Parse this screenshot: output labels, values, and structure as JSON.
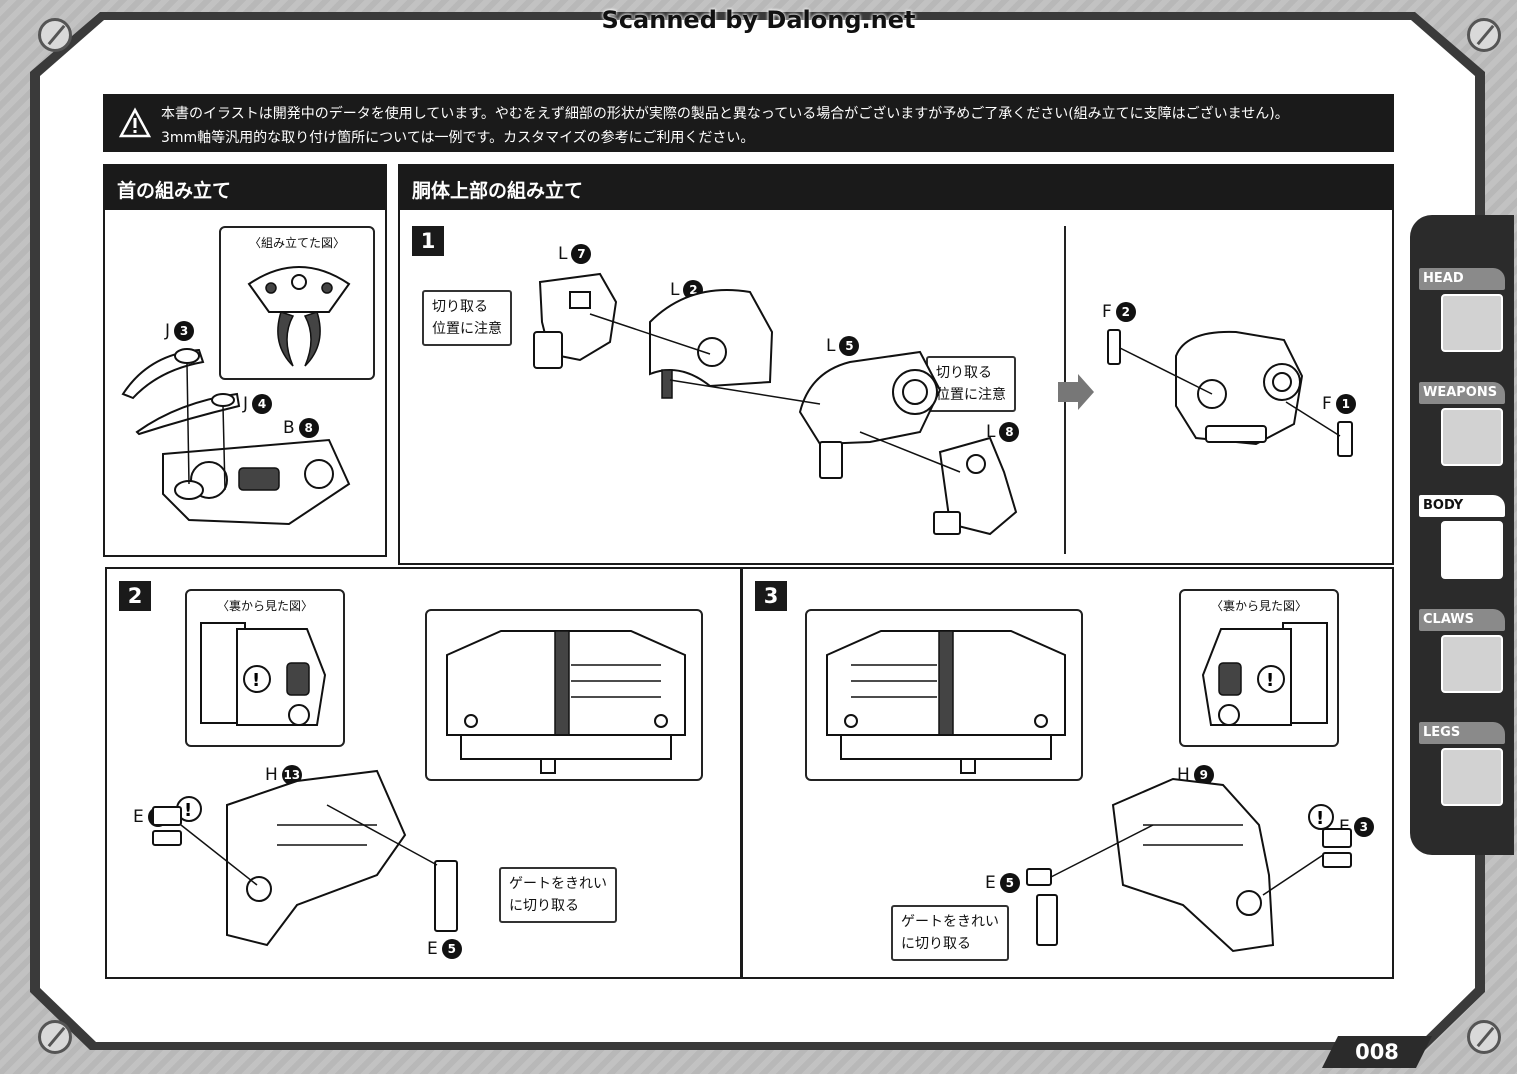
{
  "watermark": "Scanned by Dalong.net",
  "notice": {
    "line1": "本書のイラストは開発中のデータを使用しています。やむをえず細部の形状が実際の製品と異なっている場合がございますが予めご了承ください(組み立てに支障はございません)。",
    "line2": "3mm軸等汎用的な取り付け箇所については一例です。カスタマイズの参考にご利用ください。",
    "icon": "warning-triangle-icon"
  },
  "neck": {
    "title": "首の組み立て",
    "inset_title": "〈組み立てた図〉",
    "parts": [
      {
        "letter": "J",
        "num": "3"
      },
      {
        "letter": "J",
        "num": "4"
      },
      {
        "letter": "B",
        "num": "8"
      }
    ]
  },
  "torso": {
    "title": "胴体上部の組み立て",
    "step1": {
      "badge": "1",
      "parts": [
        {
          "letter": "L",
          "num": "7"
        },
        {
          "letter": "L",
          "num": "2"
        },
        {
          "letter": "L",
          "num": "5"
        },
        {
          "letter": "L",
          "num": "8"
        },
        {
          "letter": "F",
          "num": "2"
        },
        {
          "letter": "F",
          "num": "1"
        }
      ],
      "note_a": [
        "切り取る",
        "位置に注意"
      ],
      "note_b": [
        "切り取る",
        "位置に注意"
      ]
    }
  },
  "step2": {
    "badge": "2",
    "inset_title": "〈裏から見た図〉",
    "parts": [
      {
        "letter": "H",
        "num": "13"
      },
      {
        "letter": "E",
        "num": "4"
      },
      {
        "letter": "E",
        "num": "5"
      }
    ],
    "note": [
      "ゲートをきれい",
      "に切り取る"
    ]
  },
  "step3": {
    "badge": "3",
    "inset_title": "〈裏から見た図〉",
    "parts": [
      {
        "letter": "H",
        "num": "9"
      },
      {
        "letter": "E",
        "num": "3"
      },
      {
        "letter": "E",
        "num": "5"
      }
    ],
    "note": [
      "ゲートをきれい",
      "に切り取る"
    ]
  },
  "sidebar": {
    "tabs": [
      {
        "label": "HEAD",
        "icon": "head-icon",
        "active": false
      },
      {
        "label": "WEAPONS",
        "icon": "weapons-icon",
        "active": false
      },
      {
        "label": "BODY",
        "icon": "body-icon",
        "active": true
      },
      {
        "label": "CLAWS",
        "icon": "claws-icon",
        "active": false
      },
      {
        "label": "LEGS",
        "icon": "legs-icon",
        "active": false
      }
    ]
  },
  "page_number": "008"
}
